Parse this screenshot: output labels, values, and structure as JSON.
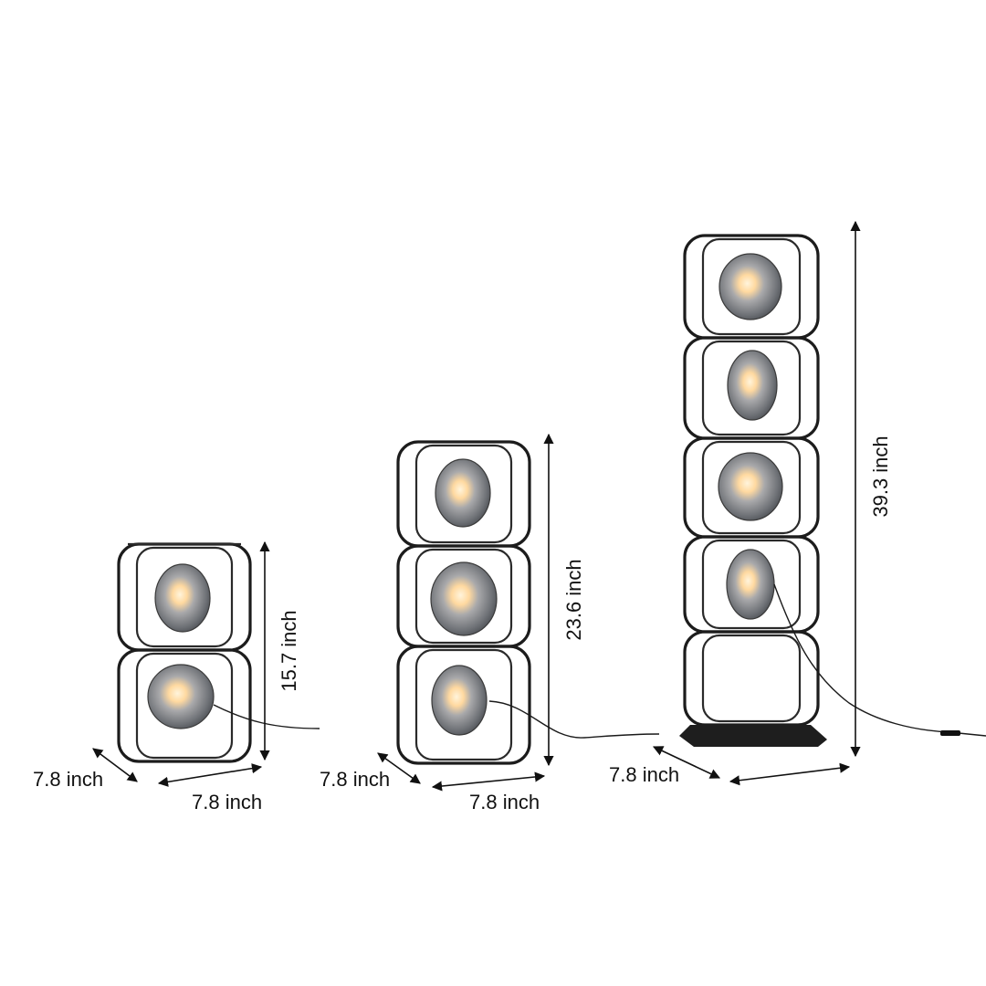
{
  "colors": {
    "background": "#ffffff",
    "frame": "#1c1c1c",
    "glass": "#8c8f94",
    "glow": "#ffd9a0",
    "text": "#111111"
  },
  "lamps": [
    {
      "id": "lamp-2-tier",
      "tiers": 2,
      "height_label": "15.7 inch",
      "depth_label": "7.8 inch",
      "width_label": "7.8 inch",
      "has_base": false
    },
    {
      "id": "lamp-3-tier",
      "tiers": 3,
      "height_label": "23.6 inch",
      "depth_label": "7.8 inch",
      "width_label": "7.8 inch",
      "has_base": false
    },
    {
      "id": "lamp-5-tier",
      "tiers": 5,
      "height_label": "39.3 inch",
      "depth_label": "7.8 inch",
      "width_label": "",
      "has_base": true
    }
  ]
}
